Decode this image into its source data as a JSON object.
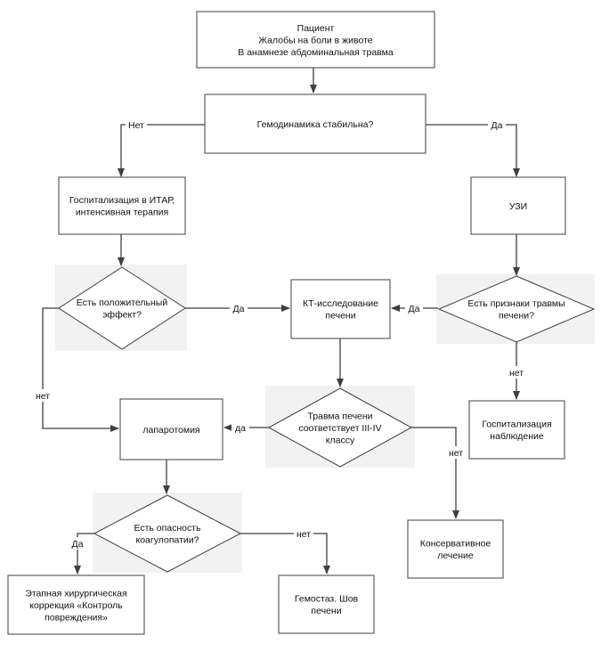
{
  "nodes": {
    "patient": {
      "lines": [
        "Пациент",
        "Жалобы на боли в животе",
        "В анамнезе абдоминальная травма"
      ]
    },
    "hemodynamics": {
      "lines": [
        "Гемодинамика стабильна?"
      ]
    },
    "hospitalization_icu": {
      "lines": [
        "Госпитализация в ИТАР,",
        "интенсивная терапия"
      ]
    },
    "ultrasound": {
      "lines": [
        "УЗИ"
      ]
    },
    "positive_effect": {
      "lines": [
        "Есть положительный",
        "эффект?"
      ]
    },
    "ct_liver": {
      "lines": [
        "КТ-исследование",
        "печени"
      ]
    },
    "liver_trauma_signs": {
      "lines": [
        "Есть признаки травмы",
        "печени?"
      ]
    },
    "laparotomy": {
      "lines": [
        "лапаротомия"
      ]
    },
    "liver_trauma_grade": {
      "lines": [
        "Травма печени",
        "соответствует III-IV",
        "классу"
      ]
    },
    "hospitalization_observation": {
      "lines": [
        "Госпитализация",
        "наблюдение"
      ]
    },
    "coagulopathy_risk": {
      "lines": [
        "Есть опасность",
        "коагулопатии?"
      ]
    },
    "conservative": {
      "lines": [
        "Консервативное",
        "лечение"
      ]
    },
    "damage_control": {
      "lines": [
        "Этапная хирургическая",
        "коррекция «Контроль",
        "повреждения»"
      ]
    },
    "hemostasis": {
      "lines": [
        "Гемостаз. Шов",
        "печени"
      ]
    }
  },
  "edge_labels": {
    "hemo_no": "Нет",
    "hemo_yes": "Да",
    "effect_yes": "Да",
    "effect_no": "нет",
    "signs_yes": "Да",
    "signs_no": "нет",
    "grade_yes": "да",
    "grade_no": "нет",
    "coag_yes": "Да",
    "coag_no": "нет"
  }
}
